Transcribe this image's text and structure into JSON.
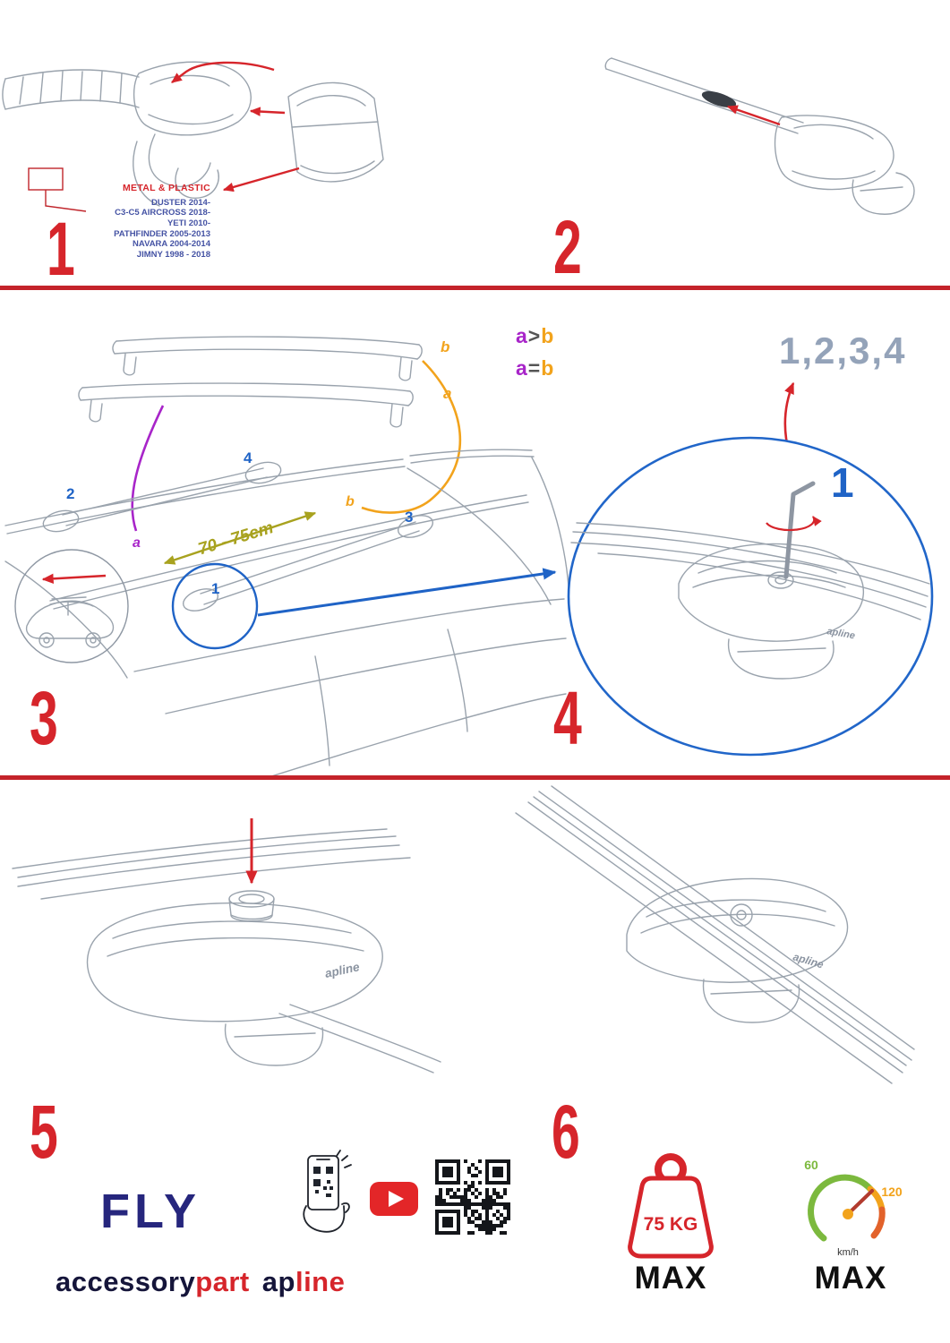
{
  "colors": {
    "red": "#d6252b",
    "blue": "#1f63c6",
    "gray_blue": "#94a3b9",
    "purple": "#a825c9",
    "orange": "#f2a31c",
    "olive": "#a8a21f",
    "navy": "#26267d",
    "green": "#7cb93e"
  },
  "steps": {
    "s1": {
      "number": "1",
      "material": "METAL & PLASTIC",
      "models": [
        "DUSTER 2014-",
        "C3-C5 AIRCROSS 2018-",
        "YETI 2010-",
        "PATHFINDER 2005-2013",
        "NAVARA 2004-2014",
        "JIMNY 1998 - 2018"
      ]
    },
    "s2": {
      "number": "2"
    },
    "s3": {
      "number": "3",
      "loose_bar_top": "b",
      "loose_bar_bottom": "a",
      "roof_a": "a",
      "roof_b": "b",
      "pos1": "1",
      "pos2": "2",
      "pos3": "3",
      "pos4": "4",
      "distance": "70 - 75cm",
      "rule1": {
        "a": "a",
        "op": ">",
        "b": "b"
      },
      "rule2": {
        "a": "a",
        "op": "=",
        "b": "b"
      }
    },
    "s4": {
      "number": "4",
      "sequence": "1,2,3,4",
      "first": "1",
      "logo": "apline"
    },
    "s5": {
      "number": "5",
      "logo": "apline"
    },
    "s6": {
      "number": "6",
      "logo": "apline"
    }
  },
  "footer": {
    "product": "FLY",
    "brand": {
      "accessory": "accessory",
      "part": "part",
      "ap": "ap",
      "line": "line"
    },
    "weight": {
      "value": "75 KG",
      "max": "MAX"
    },
    "speed": {
      "low": "60",
      "high": "120",
      "unit": "km/h",
      "max": "MAX"
    }
  }
}
